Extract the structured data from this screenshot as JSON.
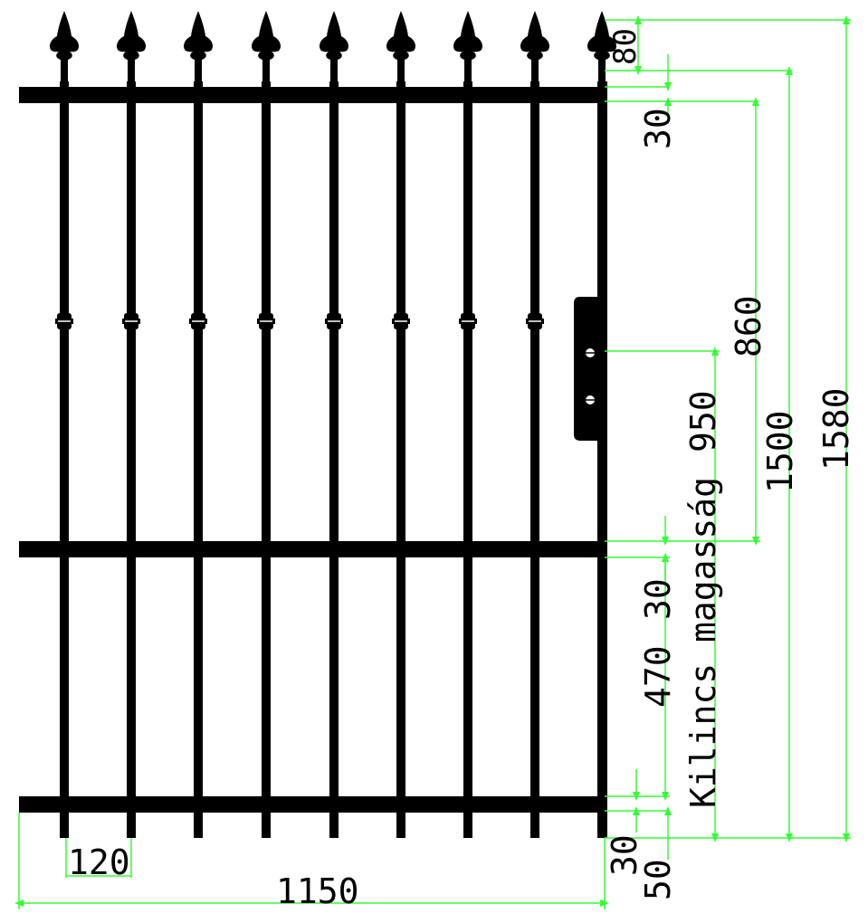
{
  "colors": {
    "iron": "#000000",
    "dimension": "#33ff33",
    "background": "#ffffff"
  },
  "gate": {
    "pickets": 9,
    "rails": 3,
    "lock_box": "door-lock-plate"
  },
  "dimensions": {
    "spike_height": "80",
    "top_rail": "30",
    "middle_rail": "30",
    "bottom_rail": "30",
    "bottom_gap": "50",
    "lower_section": "470",
    "upper_section": "860",
    "total_frame": "1500",
    "total_height": "1580",
    "handle_height": "950",
    "handle_label": "Kilincs magasság",
    "picket_spacing": "120",
    "total_width": "1150"
  }
}
